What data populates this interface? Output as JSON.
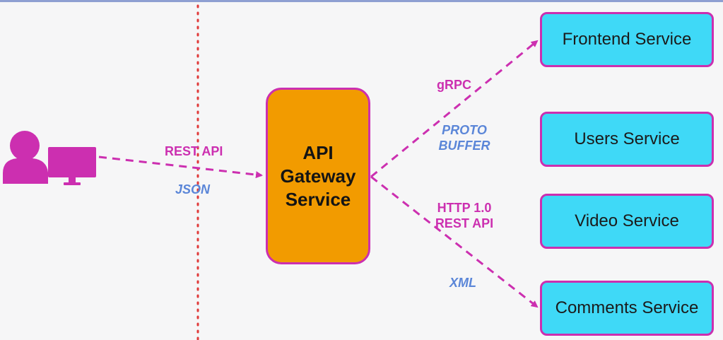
{
  "gateway": {
    "label": "API\nGateway\nService"
  },
  "services": [
    {
      "label": "Frontend Service"
    },
    {
      "label": "Users Service"
    },
    {
      "label": "Video Service"
    },
    {
      "label": "Comments Service"
    }
  ],
  "edges": {
    "client_gateway": {
      "protocol": "REST API",
      "format": "JSON"
    },
    "gateway_frontend": {
      "protocol": "gRPC",
      "format": "PROTO\nBUFFER"
    },
    "gateway_comments": {
      "protocol": "HTTP 1.0\nREST API",
      "format": "XML"
    }
  },
  "icons": {
    "client": [
      "user-icon",
      "monitor-icon"
    ]
  },
  "colors": {
    "accent": "#cc2fb0",
    "service_fill": "#3fd9f7",
    "gateway_fill": "#f29b00",
    "format_text": "#5b86d8"
  }
}
